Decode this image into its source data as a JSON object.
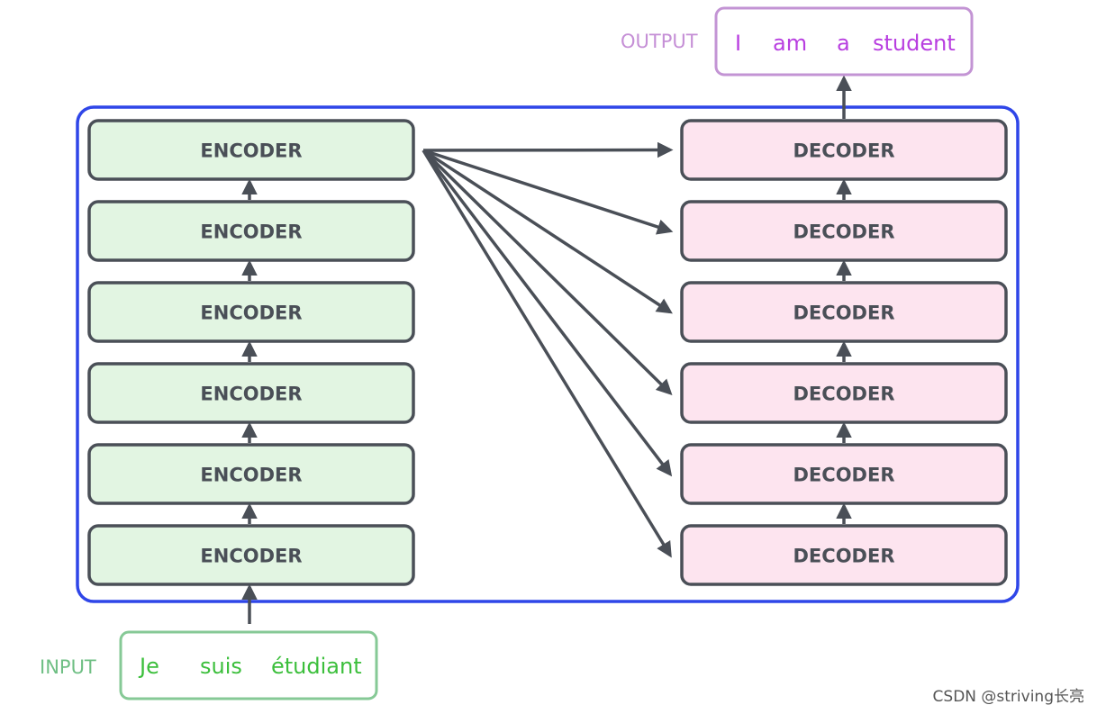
{
  "input": {
    "label": "INPUT",
    "words": [
      "Je",
      "suis",
      "étudiant"
    ]
  },
  "output": {
    "label": "OUTPUT",
    "words": [
      "I",
      "am",
      "a",
      "student"
    ]
  },
  "encoders": [
    "ENCODER",
    "ENCODER",
    "ENCODER",
    "ENCODER",
    "ENCODER",
    "ENCODER"
  ],
  "decoders": [
    "DECODER",
    "DECODER",
    "DECODER",
    "DECODER",
    "DECODER",
    "DECODER"
  ],
  "watermark": "CSDN @striving长亮",
  "colors": {
    "container_border": "#2f46e8",
    "encoder_fill": "#e2f5e2",
    "decoder_fill": "#fde4ef",
    "box_border": "#4a4f57",
    "arrow": "#4a4f57",
    "input_color": "#3cbf3c",
    "input_label_color": "#6fbf84",
    "input_border": "#86c996",
    "output_color": "#b83ee0",
    "output_label_color": "#c58fd6",
    "output_border": "#c394d4"
  }
}
